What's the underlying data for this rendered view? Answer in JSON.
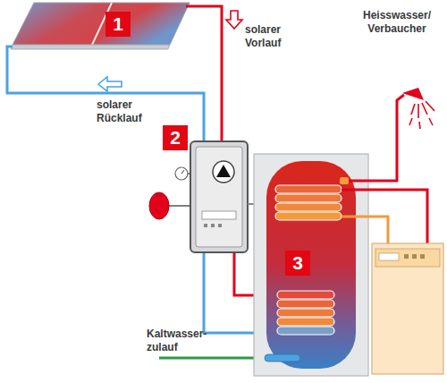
{
  "diagram": {
    "labels": [
      "1",
      "solarer Vorlauf",
      "solarer Rücklauf",
      "2",
      "Heisswasser/ Verbaucher",
      "3",
      "Kaltwasser- zulauf"
    ]
  }
}
